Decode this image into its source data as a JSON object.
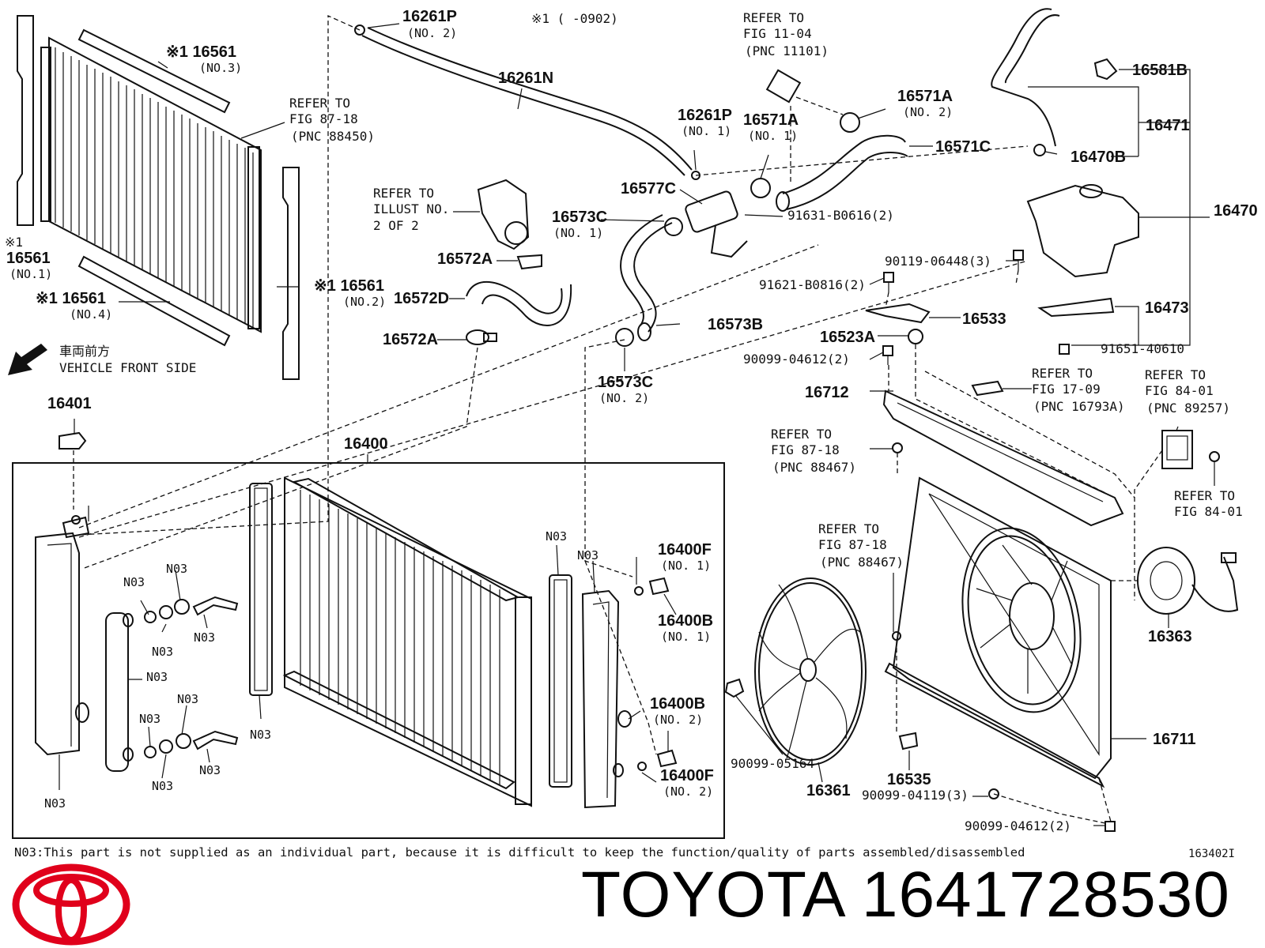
{
  "brand": {
    "name": "TOYOTA",
    "part_number": "1641728530"
  },
  "footnote": "N03:This part is not supplied as an individual part, because it is difficult to keep the function/quality of parts assembled/disassembled",
  "diagram_code": "163402I",
  "direction": {
    "jp": "車両前方",
    "en": "VEHICLE FRONT SIDE"
  },
  "note_mark": "※1 (     -0902)",
  "labels": {
    "l16261P_2": "16261P",
    "l16261P_2s": "(NO. 2)",
    "l16261N": "16261N",
    "l16261P_1": "16261P",
    "l16261P_1s": "(NO. 1)",
    "l16561_3": "※1 16561",
    "l16561_3s": "(NO.3)",
    "l16561_1": "16561",
    "l16561_1m": "※1",
    "l16561_1s": "(NO.1)",
    "l16561_4": "※1 16561",
    "l16561_4s": "(NO.4)",
    "l16561_2": "※1 16561",
    "l16561_2s": "(NO.2)",
    "ref8718a1": "REFER TO",
    "ref8718a2": "FIG 87-18",
    "ref8718a3": "(PNC 88450)",
    "ref1104_1": "REFER TO",
    "ref1104_2": "FIG 11-04",
    "ref1104_3": "(PNC 11101)",
    "l16571A_2": "16571A",
    "l16571A_2s": "(NO. 2)",
    "l16571A_1": "16571A",
    "l16571A_1s": "(NO. 1)",
    "l16571C": "16571C",
    "l16577C": "16577C",
    "l91631": "91631-B0616(2)",
    "refillus1": "REFER TO",
    "refillus2": "ILLUST NO.",
    "refillus3": "2 OF 2",
    "l16573C_1": "16573C",
    "l16573C_1s": "(NO. 1)",
    "l16572A_a": "16572A",
    "l16572D": "16572D",
    "l16572A_b": "16572A",
    "l16573B": "16573B",
    "l16573C_2": "16573C",
    "l16573C_2s": "(NO. 2)",
    "l16581B": "16581B",
    "l16471": "16471",
    "l16470B": "16470B",
    "l16470": "16470",
    "l90119": "90119-06448(3)",
    "l91621": "91621-B0816(2)",
    "l16533": "16533",
    "l16473": "16473",
    "l16523A": "16523A",
    "l91651": "91651-40610",
    "l90099_04612a": "90099-04612(2)",
    "l16712": "16712",
    "ref1709_1": "REFER TO",
    "ref1709_2": "FIG 17-09",
    "ref1709_3": "(PNC 16793A)",
    "ref8401a1": "REFER TO",
    "ref8401a2": "FIG 84-01",
    "ref8401a3": "(PNC 89257)",
    "ref8718b1": "REFER TO",
    "ref8718b2": "FIG 87-18",
    "ref8718b3": "(PNC 88467)",
    "ref8401b1": "REFER TO",
    "ref8401b2": "FIG 84-01",
    "l16401": "16401",
    "l16400": "16400",
    "ref8718c1": "REFER TO",
    "ref8718c2": "FIG 87-18",
    "ref8718c3": "(PNC 88467)",
    "l16363": "16363",
    "l16400F_1": "16400F",
    "l16400F_1s": "(NO. 1)",
    "l16400B_1": "16400B",
    "l16400B_1s": "(NO. 1)",
    "l16400B_2": "16400B",
    "l16400B_2s": "(NO. 2)",
    "l16400F_2": "16400F",
    "l16400F_2s": "(NO. 2)",
    "l90099_05164": "90099-05164",
    "l16361": "16361",
    "l16535": "16535",
    "l90099_04119": "90099-04119(3)",
    "l16711": "16711",
    "l90099_04612b": "90099-04612(2)",
    "n03": "N03"
  },
  "colors": {
    "logo": "#e0001b",
    "ink": "#111111"
  }
}
